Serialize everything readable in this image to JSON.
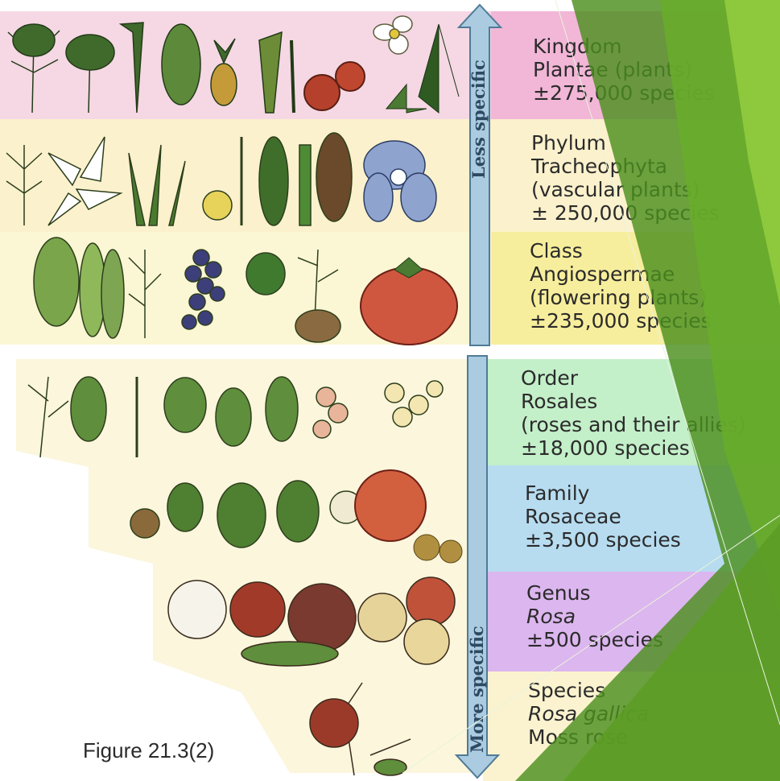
{
  "axis": {
    "top_label": "Less specific",
    "bottom_label": "More specific"
  },
  "levels": [
    {
      "rank": "Kingdom",
      "name": "Plantae (plants)",
      "count": "±275,000 species",
      "color": "#f2b6d7"
    },
    {
      "rank": "Phylum",
      "name": "Tracheophyta",
      "common": "(vascular plants)",
      "count": "± 250,000 species",
      "color": "#fbf1cc"
    },
    {
      "rank": "Class",
      "name": "Angiospermae",
      "common": "(flowering plants)",
      "count": "±235,000 species",
      "color": "#f7ee9d"
    },
    {
      "rank": "Order",
      "name": "Rosales",
      "common": "(roses and their allies)",
      "count": "±18,000 species",
      "color": "#c3efc9"
    },
    {
      "rank": "Family",
      "name": "Rosaceae",
      "count": "±3,500 species",
      "color": "#b7dcf0"
    },
    {
      "rank": "Genus",
      "name": "Rosa",
      "count": "±500 species",
      "color": "#dcb6ee"
    },
    {
      "rank": "Species",
      "name": "Rosa gallica",
      "common": "Moss rose",
      "color": "#fbf3cf"
    }
  ],
  "figure_label": "Figure 21.3(2)",
  "colors": {
    "green_dark": "#4c8f1f",
    "green_mid": "#69ad2a",
    "green_light": "#92cb3f",
    "arrow": "#aacbe0"
  }
}
